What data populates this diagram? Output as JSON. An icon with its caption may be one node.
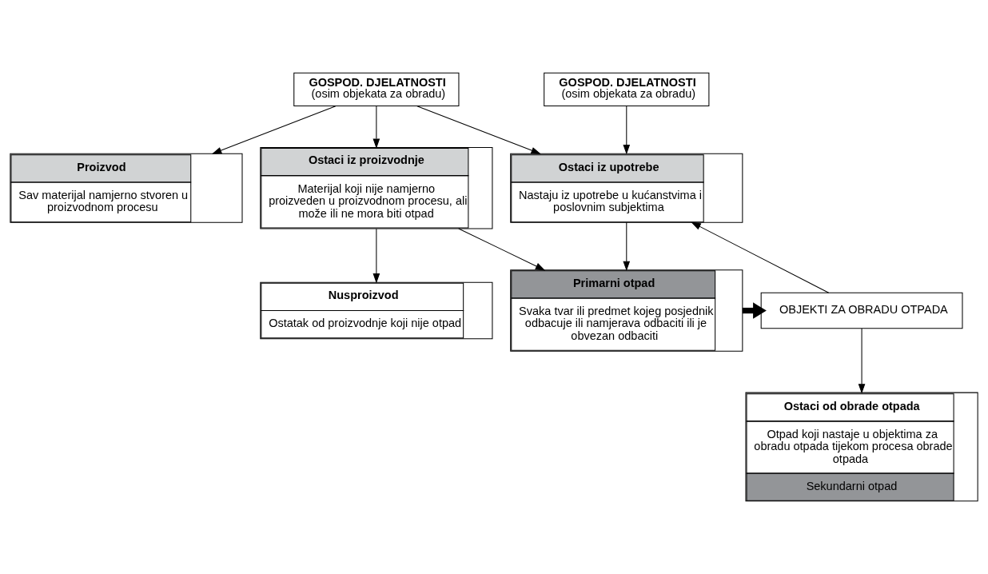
{
  "diagram": {
    "nodes": [
      {
        "text": [
          "GOSPOD. DJELATNOSTI",
          "(osim objekata za obradu)"
        ]
      },
      {
        "text": [
          "GOSPOD. DJELATNOSTI",
          "(osim objekata za obradu)"
        ]
      },
      {
        "text": [
          "Proizvod",
          "Sav materijal namjerno stvoren u proizvodnom procesu"
        ]
      },
      {
        "text": [
          "Ostaci iz proizvodnje",
          "Materijal koji nije namjerno proizveden u proizvodnom procesu, ali može ili ne mora biti otpad"
        ]
      },
      {
        "text": [
          "Ostaci iz upotrebe",
          "Nastaju iz upotrebe u kućanstvima i poslovnim subjektima"
        ]
      },
      {
        "text": [
          "Nusproizvod",
          "Ostatak od proizvodnje koji nije otpad"
        ]
      },
      {
        "text": [
          "Primarni otpad",
          "Svaka tvar ili predmet kojeg posjednik odbacuje ili namjerava odbaciti ili je obvezan odbaciti"
        ]
      },
      {
        "text": [
          "OBJEKTI ZA OBRADU OTPADA"
        ]
      },
      {
        "text": [
          "Ostaci od obrade otpada",
          "Otpad koji nastaje u objektima za obradu otpada tijekom procesa obrade otpada",
          "Sekundarni otpad"
        ]
      }
    ],
    "edges": [
      {
        "from": 0,
        "to": 2,
        "arrow": "to"
      },
      {
        "from": 0,
        "to": 3,
        "arrow": "to"
      },
      {
        "from": 0,
        "to": 4,
        "arrow": "to"
      },
      {
        "from": 1,
        "to": 4,
        "arrow": "to"
      },
      {
        "from": 3,
        "to": 5,
        "arrow": "to"
      },
      {
        "from": 3,
        "to": 6,
        "arrow": "to"
      },
      {
        "from": 4,
        "to": 6,
        "arrow": "to"
      },
      {
        "from": 6,
        "to": 7,
        "arrow": "to",
        "style": "thick"
      },
      {
        "from": 7,
        "to": 8,
        "arrow": "to"
      },
      {
        "from": 7,
        "to": 4,
        "arrow": "to"
      }
    ]
  }
}
